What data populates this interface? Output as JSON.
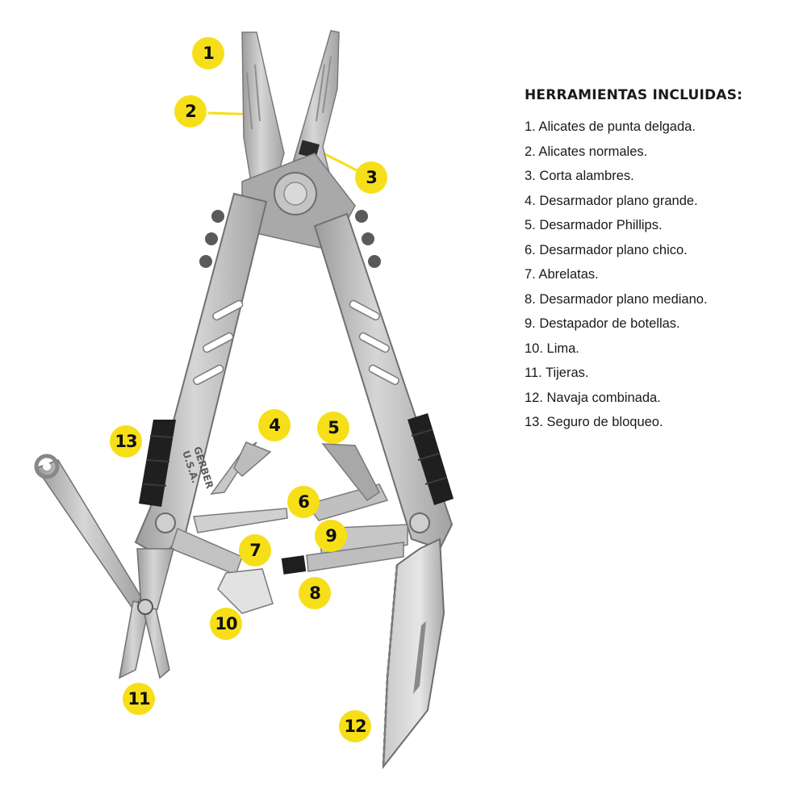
{
  "legend": {
    "title": "HERRAMIENTAS INCLUIDAS:",
    "items": [
      "1. Alicates de punta delgada.",
      "2. Alicates normales.",
      "3. Corta alambres.",
      "4. Desarmador plano grande.",
      "5. Desarmador Phillips.",
      "6. Desarmador plano chico.",
      "7. Abrelatas.",
      "8. Desarmador plano mediano.",
      "9. Destapador de botellas.",
      "10. Lima.",
      "11. Tijeras.",
      "12. Navaja combinada.",
      "13. Seguro de bloqueo."
    ]
  },
  "callouts": [
    "1",
    "2",
    "3",
    "4",
    "5",
    "6",
    "7",
    "8",
    "9",
    "10",
    "11",
    "12",
    "13"
  ],
  "tool_engraving": [
    "GERBER",
    "U.S.A."
  ],
  "colors": {
    "callout_fill": "#f6df18",
    "callout_text": "#111111",
    "steel": "#b9b9b9",
    "steel_dark": "#8a8a8a",
    "rubber": "#1c1c1c",
    "text": "#1a1a1a"
  }
}
